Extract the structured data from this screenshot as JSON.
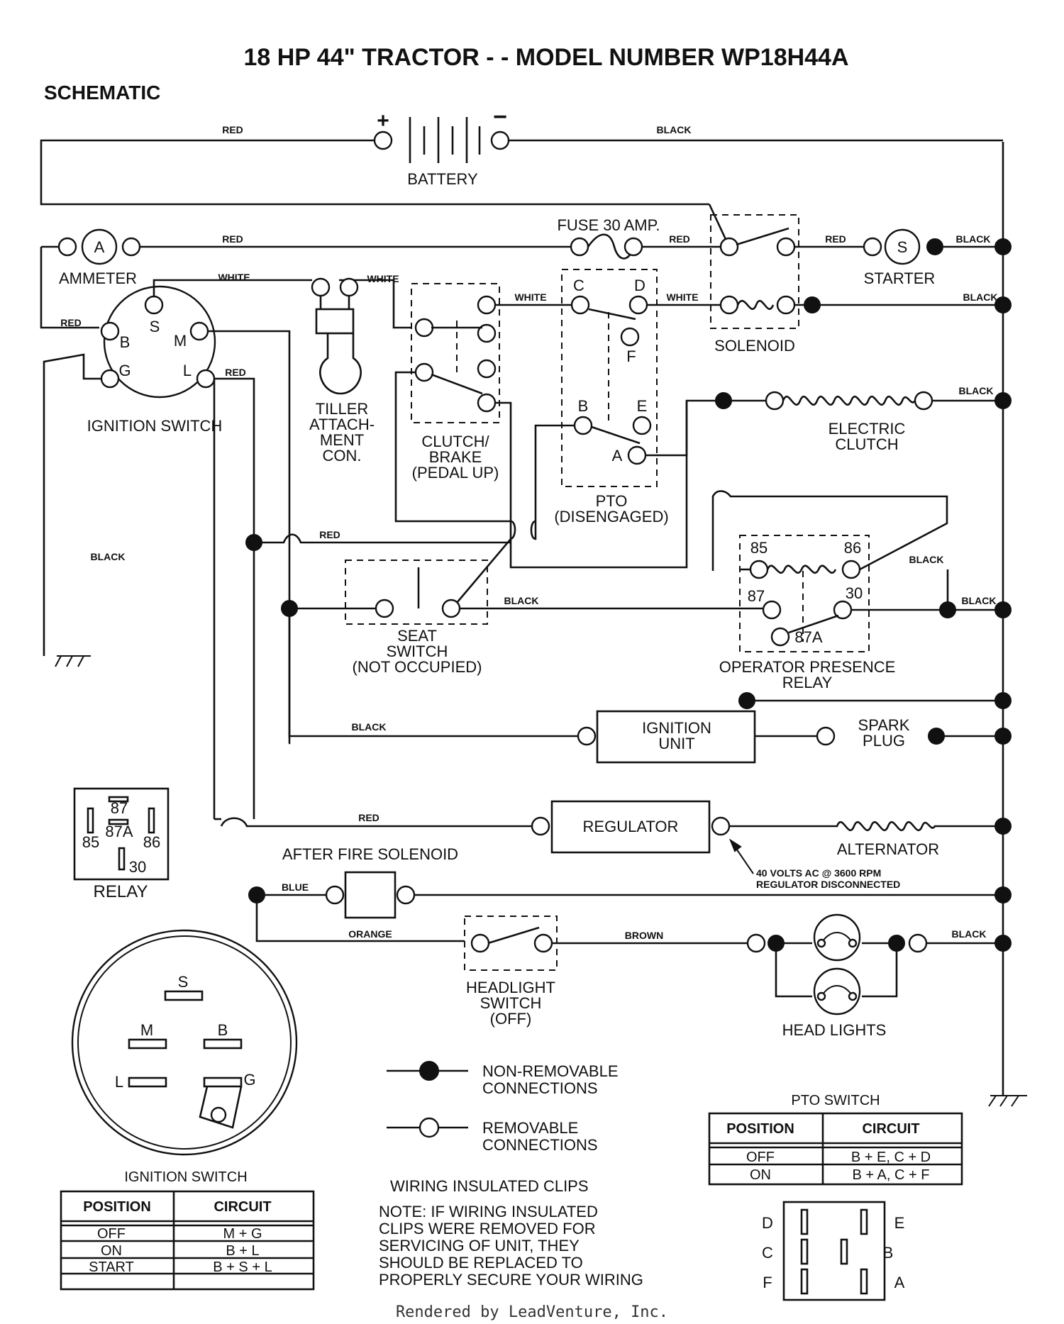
{
  "title": "18 HP 44\" TRACTOR - - MODEL NUMBER WP18H44A",
  "section": "SCHEMATIC",
  "wires": {
    "red": "RED",
    "black": "BLACK",
    "white": "WHITE",
    "blue": "BLUE",
    "orange": "ORANGE",
    "brown": "BROWN"
  },
  "components": {
    "battery": "BATTERY",
    "battery_pos": "+",
    "battery_neg": "−",
    "ammeter": "AMMETER",
    "ammeter_symbol": "A",
    "fuse": "FUSE 30 AMP.",
    "solenoid": "SOLENOID",
    "starter": "STARTER",
    "starter_symbol": "S",
    "ignition_switch": "IGNITION SWITCH",
    "tiller": [
      "TILLER",
      "ATTACH-",
      "MENT",
      "CON."
    ],
    "clutch_brake": [
      "CLUTCH/",
      "BRAKE",
      "(PEDAL UP)"
    ],
    "pto": [
      "PTO",
      "(DISENGAGED)"
    ],
    "electric_clutch": [
      "ELECTRIC",
      "CLUTCH"
    ],
    "seat_switch": [
      "SEAT",
      "SWITCH",
      "(NOT OCCUPIED)"
    ],
    "opr": [
      "OPERATOR PRESENCE",
      "RELAY"
    ],
    "ignition_unit": [
      "IGNITION",
      "UNIT"
    ],
    "spark_plug": [
      "SPARK",
      "PLUG"
    ],
    "regulator": "REGULATOR",
    "alternator": "ALTERNATOR",
    "alternator_note": [
      "40 VOLTS AC @ 3600 RPM",
      "REGULATOR DISCONNECTED"
    ],
    "after_fire": "AFTER FIRE SOLENOID",
    "headlight_switch": [
      "HEADLIGHT",
      "SWITCH",
      "(OFF)"
    ],
    "head_lights": "HEAD LIGHTS",
    "relay": "RELAY"
  },
  "terminals": {
    "ignition": [
      "S",
      "B",
      "M",
      "G",
      "L"
    ],
    "pto": [
      "C",
      "D",
      "F",
      "B",
      "E",
      "A"
    ],
    "relay": [
      "85",
      "86",
      "87",
      "30",
      "87A"
    ]
  },
  "legend": {
    "non_removable": [
      "NON-REMOVABLE",
      "CONNECTIONS"
    ],
    "removable": [
      "REMOVABLE",
      "CONNECTIONS"
    ],
    "clips_title": "WIRING INSULATED CLIPS",
    "note": [
      "NOTE: IF WIRING INSULATED",
      "CLIPS WERE REMOVED FOR",
      "SERVICING OF UNIT, THEY",
      "SHOULD BE REPLACED TO",
      "PROPERLY SECURE YOUR WIRING"
    ]
  },
  "ignition_table": {
    "caption": "IGNITION SWITCH",
    "headers": [
      "POSITION",
      "CIRCUIT"
    ],
    "rows": [
      [
        "OFF",
        "M + G"
      ],
      [
        "ON",
        "B + L"
      ],
      [
        "START",
        "B + S + L"
      ]
    ]
  },
  "pto_table": {
    "caption": "PTO SWITCH",
    "headers": [
      "POSITION",
      "CIRCUIT"
    ],
    "rows": [
      [
        "OFF",
        "B + E, C + D"
      ],
      [
        "ON",
        "B + A, C + F"
      ]
    ]
  },
  "footer": "Rendered by LeadVenture, Inc."
}
